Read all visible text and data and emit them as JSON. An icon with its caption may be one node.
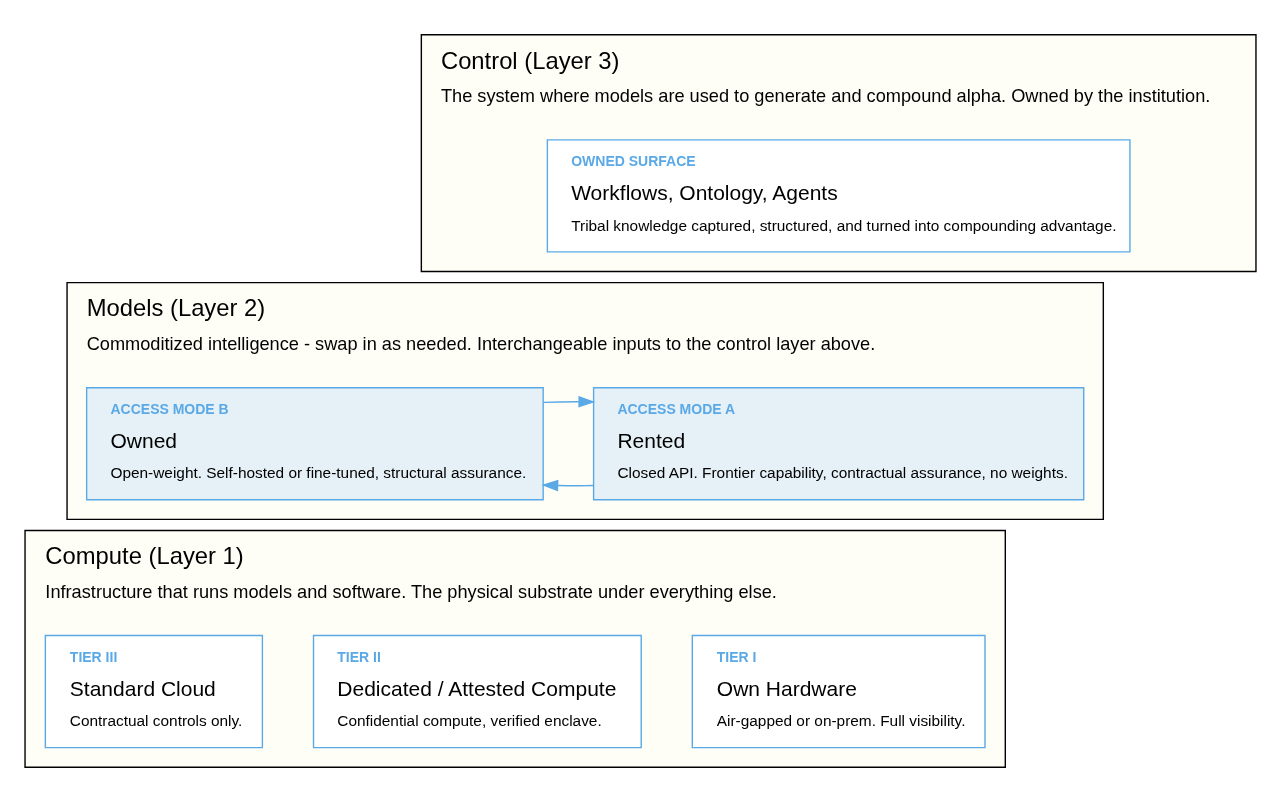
{
  "diagram": {
    "nodes": [
      {
        "text": [
          "Control (Layer 3)",
          "The system where models are used to generate and compound alpha. Owned by the institution."
        ]
      },
      {
        "text": [
          "OWNED SURFACE",
          "Workflows, Ontology, Agents",
          "Tribal knowledge captured, structured, and turned into compounding advantage."
        ],
        "in": 0
      },
      {
        "text": [
          "Models (Layer 2)",
          "Commoditized intelligence - swap in as needed. Interchangeable inputs to the control layer above."
        ]
      },
      {
        "text": [
          "ACCESS MODE A",
          "Rented",
          "Closed API. Frontier capability, contractual assurance, no weights."
        ],
        "in": 2
      },
      {
        "text": [
          "ACCESS MODE B",
          "Owned",
          "Open-weight. Self-hosted or fine-tuned, structural assurance."
        ],
        "in": 2
      },
      {
        "text": [
          "Compute (Layer 1)",
          "Infrastructure that runs models and software. The physical substrate under everything else."
        ]
      },
      {
        "text": [
          "TIER I",
          "Own Hardware",
          "Air-gapped or on-prem. Full visibility."
        ],
        "in": 5
      },
      {
        "text": [
          "TIER II",
          "Dedicated / Attested Compute",
          "Confidential compute, verified enclave."
        ],
        "in": 5
      },
      {
        "text": [
          "TIER III",
          "Standard Cloud",
          "Contractual controls only."
        ],
        "in": 5
      }
    ],
    "edges": [
      {
        "from": 3,
        "to": 4,
        "arrow": "to",
        "color": "#5aa9e6"
      },
      {
        "from": 4,
        "to": 3,
        "arrow": "to",
        "color": "#5aa9e6"
      }
    ]
  }
}
